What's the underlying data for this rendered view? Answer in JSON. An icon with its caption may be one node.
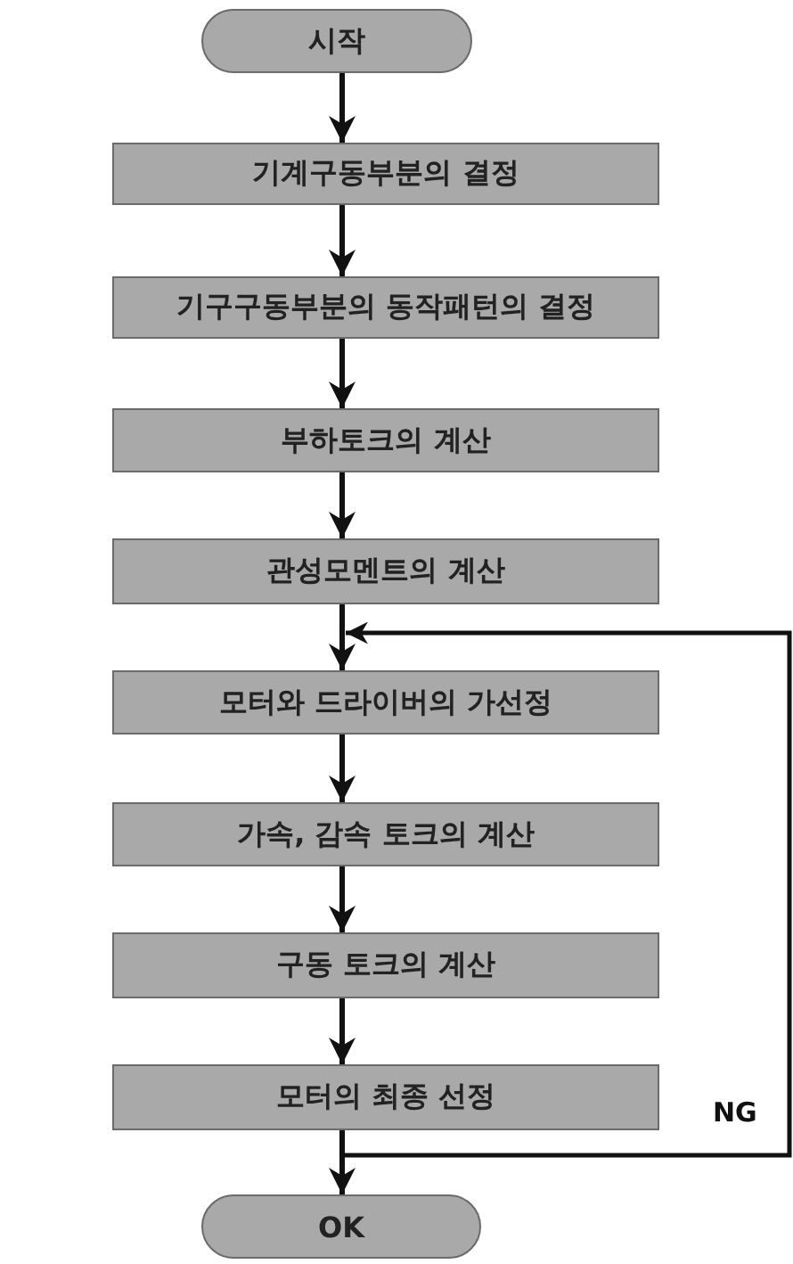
{
  "diagram": {
    "nodes": [
      {
        "text": [
          "시작"
        ]
      },
      {
        "text": [
          "기계구동부분의 결정"
        ]
      },
      {
        "text": [
          "기구구동부분의 동작패턴의 결정"
        ]
      },
      {
        "text": [
          "부하토크의 계산"
        ]
      },
      {
        "text": [
          "관성모멘트의 계산"
        ]
      },
      {
        "text": [
          "모터와 드라이버의 가선정"
        ]
      },
      {
        "text": [
          "가속, 감속 토크의 계산"
        ]
      },
      {
        "text": [
          "구동 토크의 계산"
        ]
      },
      {
        "text": [
          "모터의 최종 선정"
        ]
      },
      {
        "text": [
          "OK"
        ]
      }
    ],
    "edges": [
      {
        "from": 0,
        "to": 1,
        "arrow": "to"
      },
      {
        "from": 1,
        "to": 2,
        "arrow": "to"
      },
      {
        "from": 2,
        "to": 3,
        "arrow": "to"
      },
      {
        "from": 3,
        "to": 4,
        "arrow": "to"
      },
      {
        "from": 4,
        "to": 5,
        "arrow": "to"
      },
      {
        "from": 5,
        "to": 6,
        "arrow": "to"
      },
      {
        "from": 6,
        "to": 7,
        "arrow": "to"
      },
      {
        "from": 7,
        "to": 8,
        "arrow": "to"
      },
      {
        "from": 8,
        "to": 9,
        "arrow": "to"
      },
      {
        "from": 8,
        "to": 5,
        "arrow": "to",
        "label": "NG"
      }
    ]
  }
}
